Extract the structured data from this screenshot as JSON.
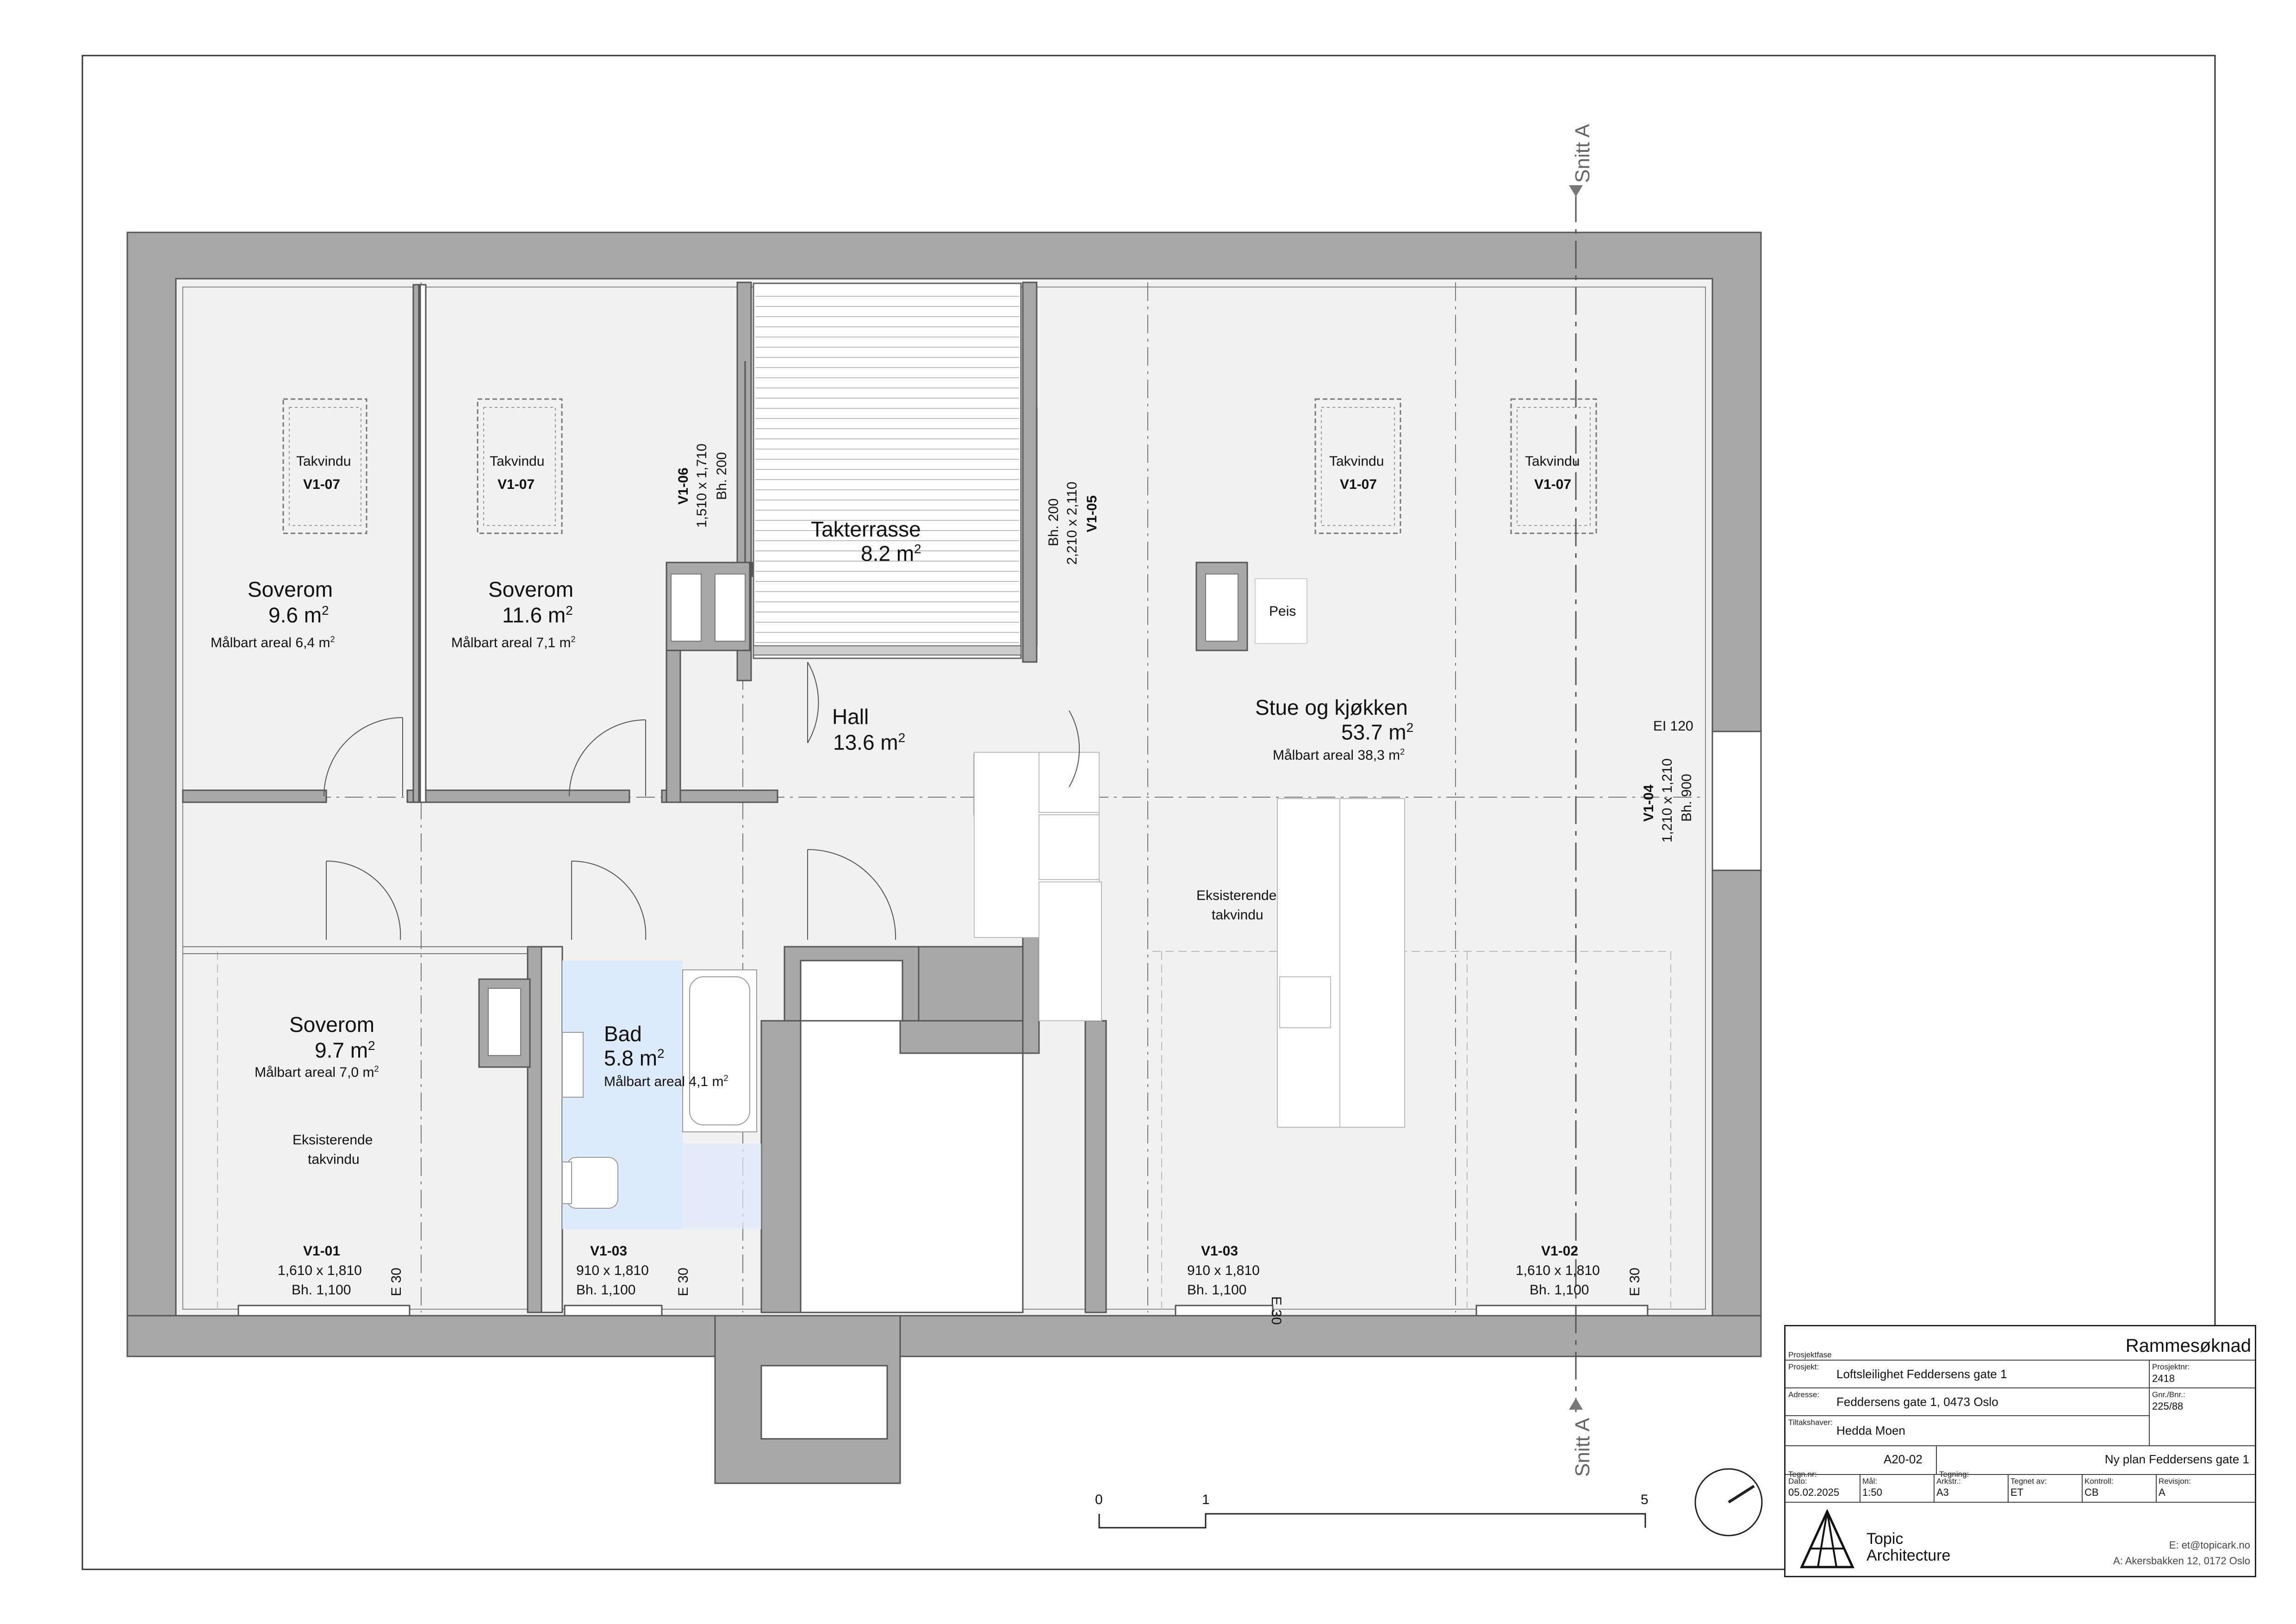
{
  "rooms": {
    "soverom1": {
      "name": "Soverom",
      "area": "9.6 m",
      "sup": "2",
      "measurable": "Målbart areal 6,4 m",
      "msup": "2"
    },
    "soverom2": {
      "name": "Soverom",
      "area": "11.6 m",
      "sup": "2",
      "measurable": "Målbart areal 7,1 m",
      "msup": "2"
    },
    "soverom3": {
      "name": "Soverom",
      "area": "9.7 m",
      "sup": "2",
      "measurable": "Målbart areal 7,0 m",
      "msup": "2"
    },
    "takterrasse": {
      "name": "Takterrasse",
      "area": "8.2 m",
      "sup": "2"
    },
    "hall": {
      "name": "Hall",
      "area": "13.6 m",
      "sup": "2"
    },
    "bad": {
      "name": "Bad",
      "area": "5.8 m",
      "sup": "2",
      "measurable": "Målbart areal 4,1 m",
      "msup": "2"
    },
    "stue": {
      "name": "Stue og kjøkken",
      "area": "53.7 m",
      "sup": "2",
      "measurable": "Målbart areal 38,3 m",
      "msup": "2"
    }
  },
  "labels": {
    "takvindu": "Takvindu",
    "v107": "V1-07",
    "peis": "Peis",
    "eksisterende_line1": "Eksisterende",
    "eksisterende_line2": "takvindu",
    "ei120": "EI 120",
    "snitt_a_top": "Snitt A",
    "snitt_a_bottom": "Snitt A",
    "e30": "E 30"
  },
  "windows": {
    "v101": {
      "id": "V1-01",
      "size": "1,610 x 1,810",
      "bh": "Bh. 1,100"
    },
    "v103a": {
      "id": "V1-03",
      "size": "910 x 1,810",
      "bh": "Bh. 1,100"
    },
    "v103b": {
      "id": "V1-03",
      "size": "910 x 1,810",
      "bh": "Bh. 1,100"
    },
    "v102": {
      "id": "V1-02",
      "size": "1,610 x 1,810",
      "bh": "Bh. 1,100"
    },
    "v106": {
      "id": "V1-06",
      "size": "1,510 x 1,710",
      "bh": "Bh. 200"
    },
    "v105": {
      "id": "V1-05",
      "size": "2,210 x 2,110",
      "bh": "Bh. 200"
    },
    "v104": {
      "id": "V1-04",
      "size": "1,210 x 1,210",
      "bh": "Bh. 900"
    }
  },
  "scale_bar": {
    "t0": "0",
    "t1": "1",
    "t5": "5"
  },
  "title_block": {
    "prosjektfase_caption": "Prosjektfase",
    "prosjektfase": "Rammesøknad",
    "prosjekt_caption": "Prosjekt:",
    "prosjekt": "Loftsleilighet Feddersens gate 1",
    "prosjektnr_caption": "Prosjektnr:",
    "prosjektnr": "2418",
    "adresse_caption": "Adresse:",
    "adresse": "Feddersens gate 1, 0473 Oslo",
    "gnr_caption": "Gnr./Bnr.:",
    "gnr": "225/88",
    "tiltakshaver_caption": "Tiltakshaver:",
    "tiltakshaver": "Hedda Moen",
    "tegnnr_caption": "Tegn.nr:",
    "tegnnr": "A20-02",
    "tegning_caption": "Tegning:",
    "tegning": "Ny plan Feddersens gate 1",
    "dato_caption": "Dato:",
    "dato": "05.02.2025",
    "maal_caption": "Mål:",
    "maal": "1:50",
    "arkstr_caption": "Arkstr.:",
    "arkstr": "A3",
    "tegnet_caption": "Tegnet av:",
    "tegnet": "ET",
    "kontroll_caption": "Kontroll:",
    "kontroll": "CB",
    "revisjon_caption": "Revisjon:",
    "revisjon": "A",
    "firm_line1": "Topic",
    "firm_line2": "Architecture",
    "email": "E: et@topicark.no",
    "address": "A: Akersbakken 12, 0172 Oslo"
  },
  "colors": {
    "wall": "#a8a8a8",
    "floor": "#f1f1f1",
    "bad": "#ddeafb",
    "line": "#222222"
  }
}
